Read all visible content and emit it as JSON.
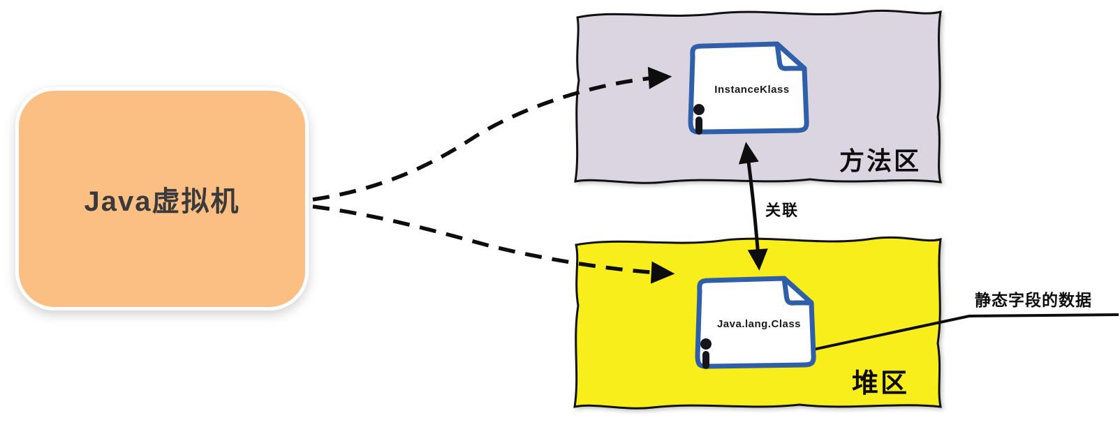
{
  "diagram": {
    "jvm": {
      "label": "Java虚拟机"
    },
    "method_area": {
      "label": "方法区",
      "doc_label": "InstanceKlass"
    },
    "heap": {
      "label": "堆区",
      "doc_label": "Java.lang.Class"
    },
    "association": {
      "label": "关联"
    },
    "static_field": {
      "label": "静态字段的数据"
    },
    "colors": {
      "jvm_bg": "#FBBF84",
      "method_area_bg": "#DBD5E2",
      "heap_bg": "#F8EE1B",
      "doc_stroke": "#2F5FA8"
    }
  }
}
